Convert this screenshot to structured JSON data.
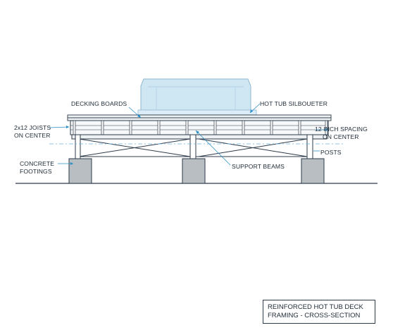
{
  "labels": {
    "decking_boards": "DECKING BOARDS",
    "hot_tub": "HOT TUB SILBOUETER",
    "joists_line1": "2x12 JOISTS",
    "joists_line2": "ON CENTER",
    "spacing_line1": "12 INCH SPACING",
    "spacing_line2": "ON CENTER",
    "posts": "POSTS",
    "concrete_line1": "CONCRETE",
    "concrete_line2": "FOOTINGS",
    "support_beams": "SUPPORT BEAMS"
  },
  "title": {
    "line1": "REINFORCED HOT TUB DECK",
    "line2": "FRAMING - CROSS-SECTION"
  },
  "colors": {
    "line": "#2c3b4a",
    "tub_fill": "#cfe6f3",
    "tub_stroke": "#8fb7cf",
    "footing_fill": "#b9bec3",
    "deck_fill": "#eef1f3",
    "leader": "#2a8fc4",
    "dash": "#6ab4dc"
  }
}
